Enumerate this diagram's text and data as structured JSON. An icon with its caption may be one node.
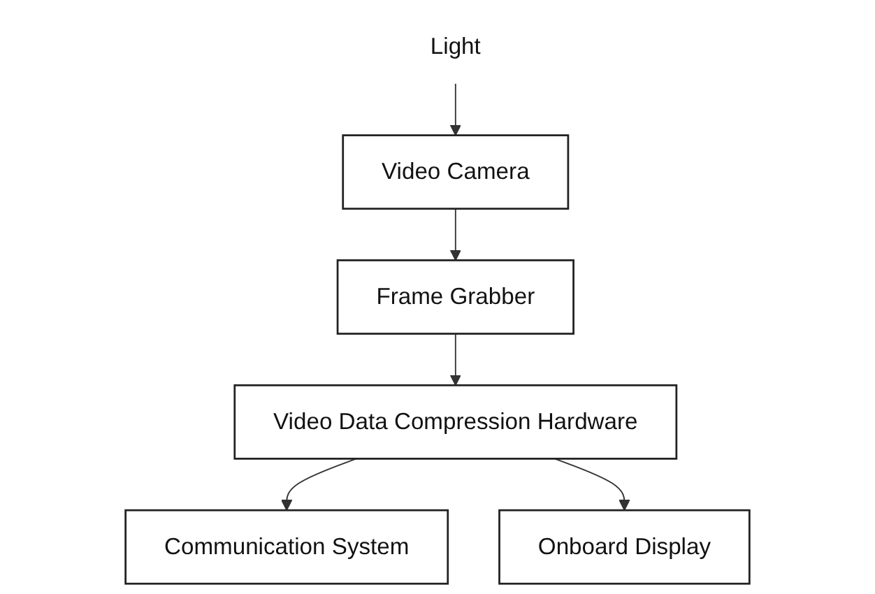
{
  "diagram": {
    "nodes": [
      {
        "text": [
          "Light"
        ]
      },
      {
        "text": [
          "Video Camera"
        ]
      },
      {
        "text": [
          "Frame Grabber"
        ]
      },
      {
        "text": [
          "Video Data Compression Hardware"
        ]
      },
      {
        "text": [
          "Communication System"
        ]
      },
      {
        "text": [
          "Onboard Display"
        ]
      }
    ],
    "edges": [
      {
        "from": 0,
        "to": 1,
        "arrow": "to"
      },
      {
        "from": 1,
        "to": 2,
        "arrow": "to"
      },
      {
        "from": 2,
        "to": 3,
        "arrow": "to"
      },
      {
        "from": 3,
        "to": 4,
        "arrow": "to"
      },
      {
        "from": 3,
        "to": 5,
        "arrow": "to"
      }
    ]
  }
}
